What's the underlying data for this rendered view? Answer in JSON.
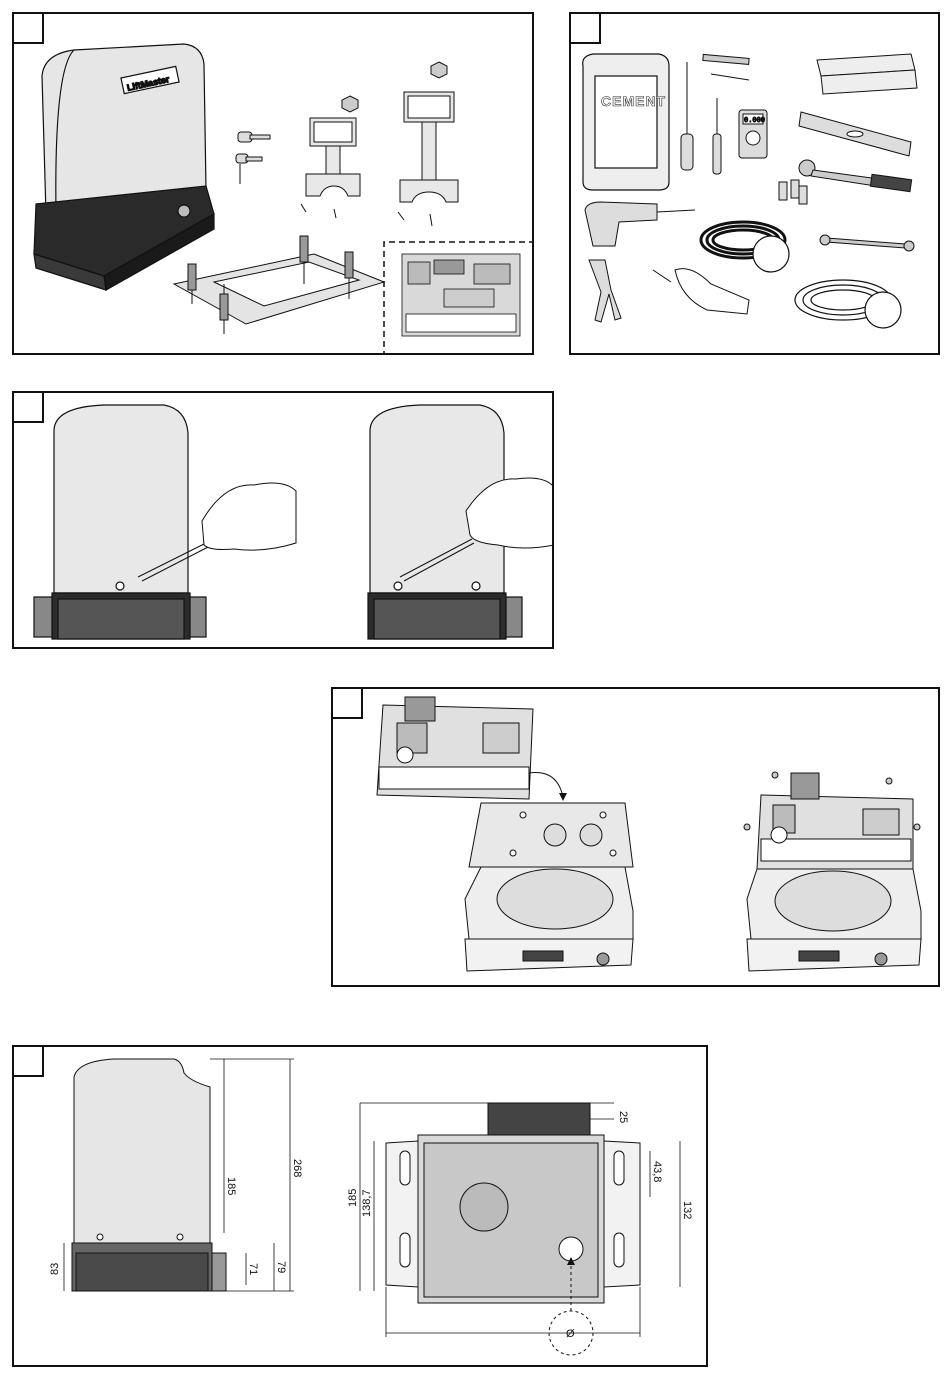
{
  "panel1": {
    "brand_label": "LiftMaster"
  },
  "panel2": {
    "bag_label": "CEMENT",
    "meter_reading": "0.000"
  },
  "panel5": {
    "dims": {
      "h185": "185",
      "h268": "268",
      "h83": "83",
      "h71": "71",
      "h79": "79",
      "b25": "25",
      "b185": "185",
      "b138": "138,7",
      "b43": "43,8",
      "b132": "132",
      "dia": "Ø"
    }
  }
}
